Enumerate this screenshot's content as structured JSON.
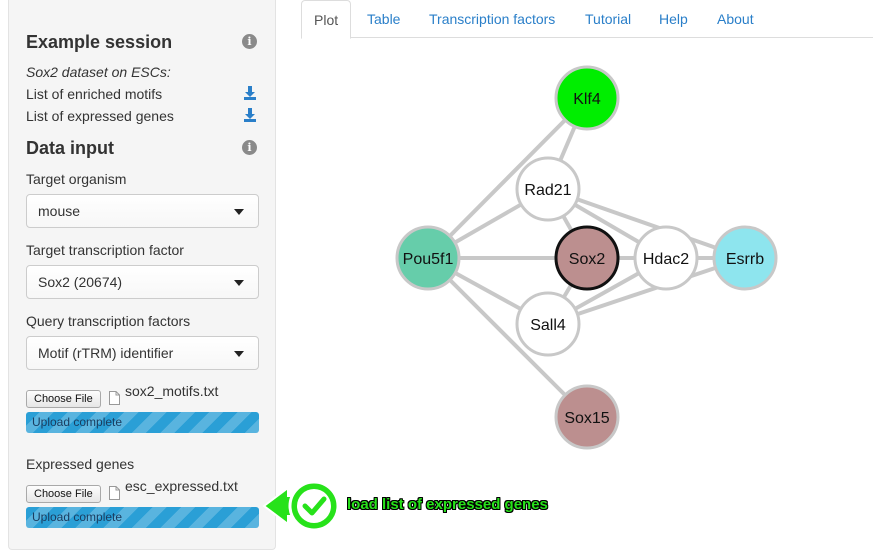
{
  "sidebar": {
    "example_title": "Example session",
    "dataset_label": "Sox2 dataset on ESCs:",
    "link_motifs": "List of enriched motifs",
    "link_genes": "List of expressed genes",
    "data_input_title": "Data input",
    "organism_label": "Target organism",
    "organism_value": "mouse",
    "target_tf_label": "Target transcription factor",
    "target_tf_value": "Sox2 (20674)",
    "query_tf_label": "Query transcription factors",
    "query_tf_value": "Motif (rTRM) identifier",
    "choose_file_1": "Choose File",
    "file_1_name": "sox2_motifs.txt",
    "upload_1_status": "Upload complete",
    "expressed_label": "Expressed genes",
    "choose_file_2": "Choose File",
    "file_2_name": "esc_expressed.txt",
    "upload_2_status": "Upload complete"
  },
  "tabs": [
    "Plot",
    "Table",
    "Transcription factors",
    "Tutorial",
    "Help",
    "About"
  ],
  "active_tab": "Plot",
  "network": {
    "nodes": {
      "klf4": {
        "label": "Klf4",
        "fill": "#00ee00"
      },
      "rad21": {
        "label": "Rad21",
        "fill": "#ffffff"
      },
      "pou5f1": {
        "label": "Pou5f1",
        "fill": "#66cdaa"
      },
      "sox2": {
        "label": "Sox2",
        "fill": "#bc8f8f"
      },
      "hdac2": {
        "label": "Hdac2",
        "fill": "#ffffff"
      },
      "esrrb": {
        "label": "Esrrb",
        "fill": "#8ee5ee"
      },
      "sall4": {
        "label": "Sall4",
        "fill": "#ffffff"
      },
      "sox15": {
        "label": "Sox15",
        "fill": "#bc8f8f"
      }
    }
  },
  "annotation": {
    "text": "load list of expressed genes",
    "color": "#27e21a"
  }
}
